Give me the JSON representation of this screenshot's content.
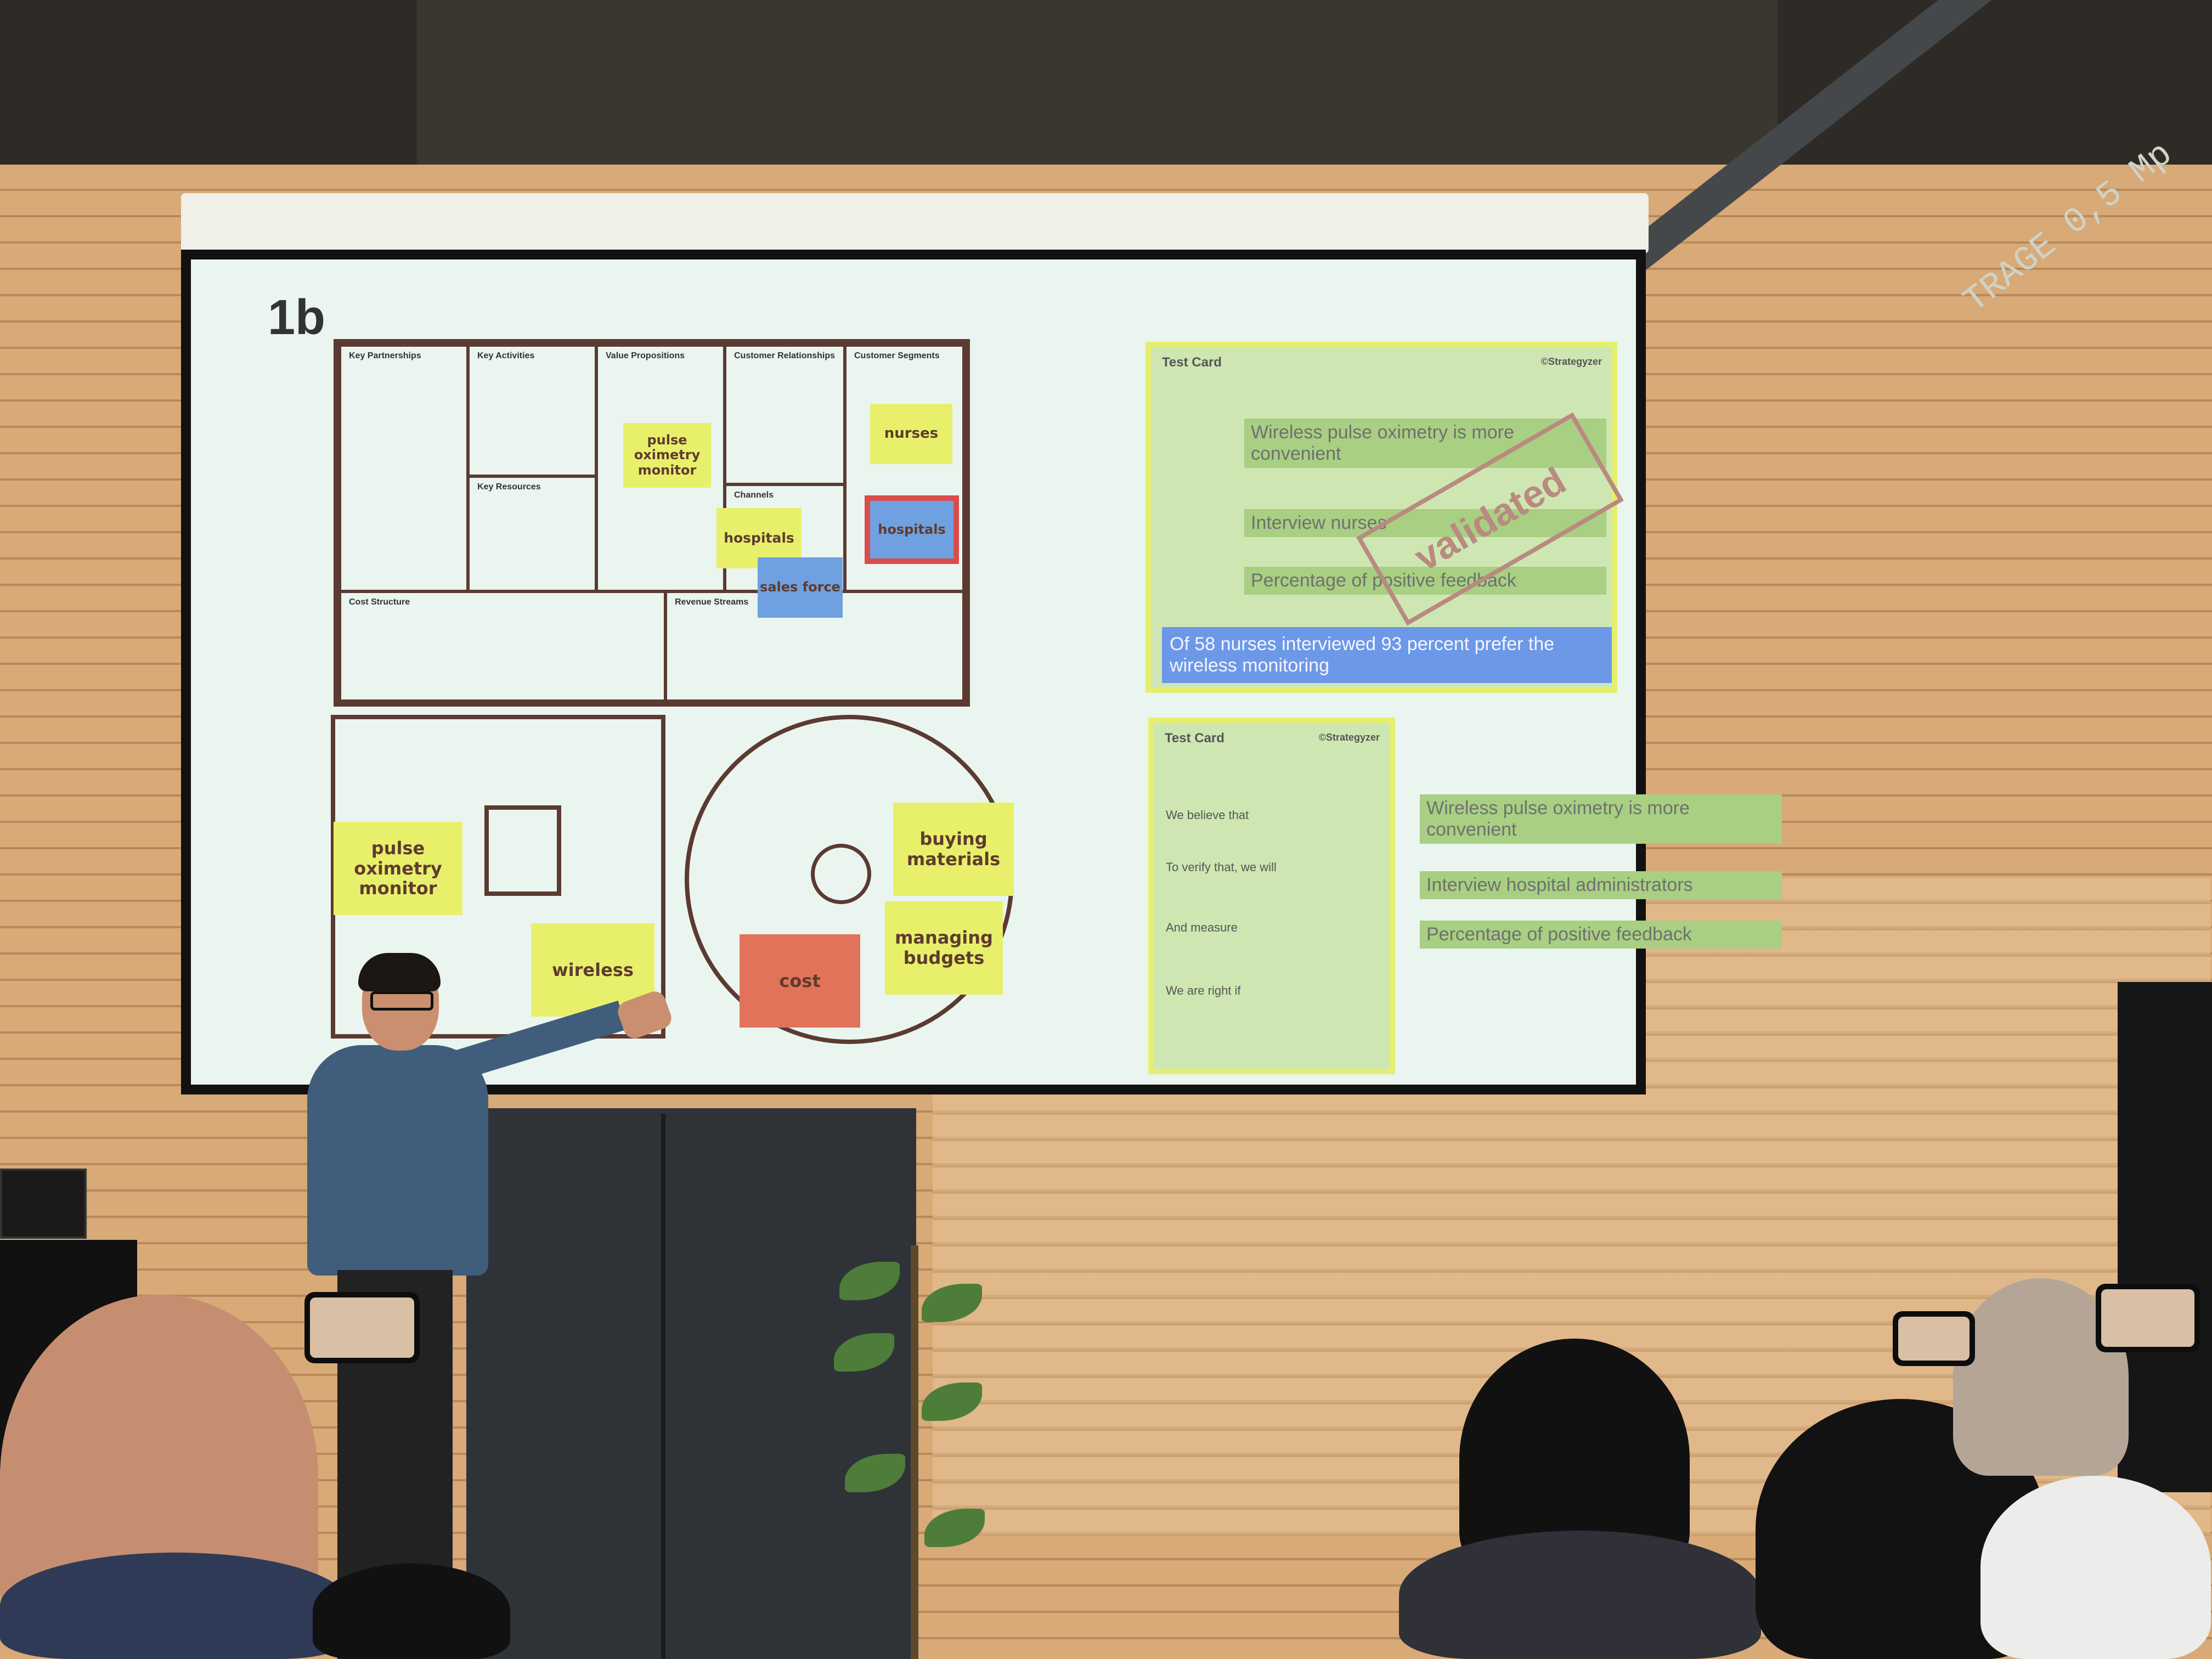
{
  "slide": {
    "number": "1b",
    "business_model_canvas": {
      "key_partnerships": "Key Partnerships",
      "key_activities": "Key Activities",
      "value_propositions": "Value Propositions",
      "customer_relationships": "Customer Relationships",
      "customer_segments": "Customer Segments",
      "key_resources": "Key Resources",
      "channels": "Channels",
      "cost_structure": "Cost Structure",
      "revenue_streams": "Revenue Streams",
      "sticky_notes": {
        "pulse_oximetry_monitor": "pulse oximetry monitor",
        "nurses": "nurses",
        "hospitals_channel": "hospitals",
        "hospitals_segment": "hospitals",
        "sales_force": "sales force"
      }
    },
    "value_map": {
      "product": "pulse oximetry monitor",
      "wireless": "wireless",
      "buying_materials": "buying materials",
      "managing_budgets": "managing budgets",
      "cost": "cost"
    },
    "test_card_top": {
      "title": "Test Card",
      "brand": "©Strategyzer",
      "belief": "Wireless pulse oximetry is more convenient",
      "verify": "Interview nurses",
      "measure": "Percentage of positive feedback",
      "stamp": "validated",
      "result": "Of 58 nurses interviewed 93 percent prefer the wireless monitoring"
    },
    "test_card_bottom": {
      "title": "Test Card",
      "brand": "©Strategyzer",
      "label_believe": "We believe that",
      "belief": "Wireless pulse oximetry is more convenient",
      "label_verify": "To verify that, we will",
      "verify": "Interview hospital administrators",
      "label_measure": "And measure",
      "measure": "Percentage of positive feedback",
      "label_right": "We are right if"
    }
  },
  "scene": {
    "beam_text": "TRAGE 0,5 Mp"
  },
  "colors": {
    "sticky_yellow": "#e8f06b",
    "sticky_blue": "#6fa0e0",
    "sticky_red": "#e1735a",
    "test_card_border": "#e4ef71",
    "canvas_lines": "#5b3a32"
  }
}
